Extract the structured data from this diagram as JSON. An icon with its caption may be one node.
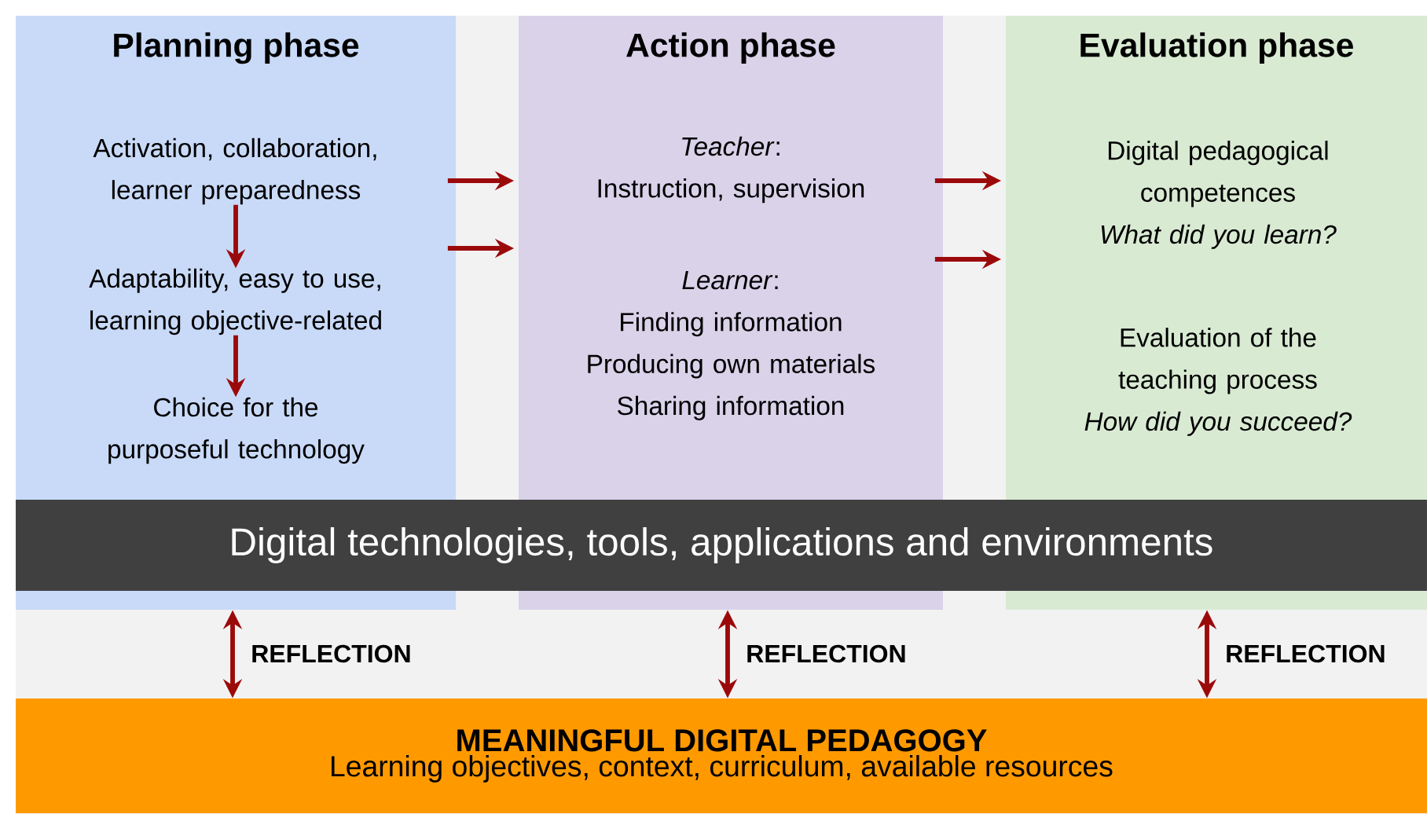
{
  "diagram": {
    "nodes": [
      {
        "text": [
          "Planning phase"
        ]
      },
      {
        "text": [
          "Activation, collaboration, learner preparedness"
        ],
        "in": 0
      },
      {
        "text": [
          "Adaptability, easy to use, learning objective-related"
        ],
        "in": 0
      },
      {
        "text": [
          "Choice for the purposeful technology"
        ],
        "in": 0
      },
      {
        "text": [
          "Action phase"
        ]
      },
      {
        "text": [
          "*Teacher*:",
          "Instruction, supervision"
        ],
        "in": 4
      },
      {
        "text": [
          "*Learner*:",
          "Finding information",
          "Producing own materials",
          "Sharing information"
        ],
        "in": 4
      },
      {
        "text": [
          "Evaluation phase"
        ]
      },
      {
        "text": [
          "Digital pedagogical competences",
          "What did you learn?"
        ],
        "in": 7
      },
      {
        "text": [
          "Evaluation of the teaching process",
          "How did you succeed?"
        ],
        "in": 7
      },
      {
        "text": [
          "Digital technologies, tools, applications and environments"
        ]
      },
      {
        "text": [
          "MEANINGFUL DIGITAL PEDAGOGY",
          "Learning objectives, context, curriculum, available resources"
        ]
      }
    ],
    "edges": [
      {
        "from": 1,
        "to": 2,
        "arrow": "to"
      },
      {
        "from": 2,
        "to": 3,
        "arrow": "to"
      },
      {
        "from": 0,
        "to": 4,
        "arrow": "to"
      },
      {
        "from": 0,
        "to": 4,
        "arrow": "to"
      },
      {
        "from": 4,
        "to": 7,
        "arrow": "to"
      },
      {
        "from": 4,
        "to": 7,
        "arrow": "to"
      },
      {
        "from": 0,
        "to": 11,
        "arrow": "both",
        "label": "REFLECTION"
      },
      {
        "from": 4,
        "to": 11,
        "arrow": "both",
        "label": "REFLECTION"
      },
      {
        "from": 7,
        "to": 11,
        "arrow": "both",
        "label": "REFLECTION"
      }
    ]
  }
}
